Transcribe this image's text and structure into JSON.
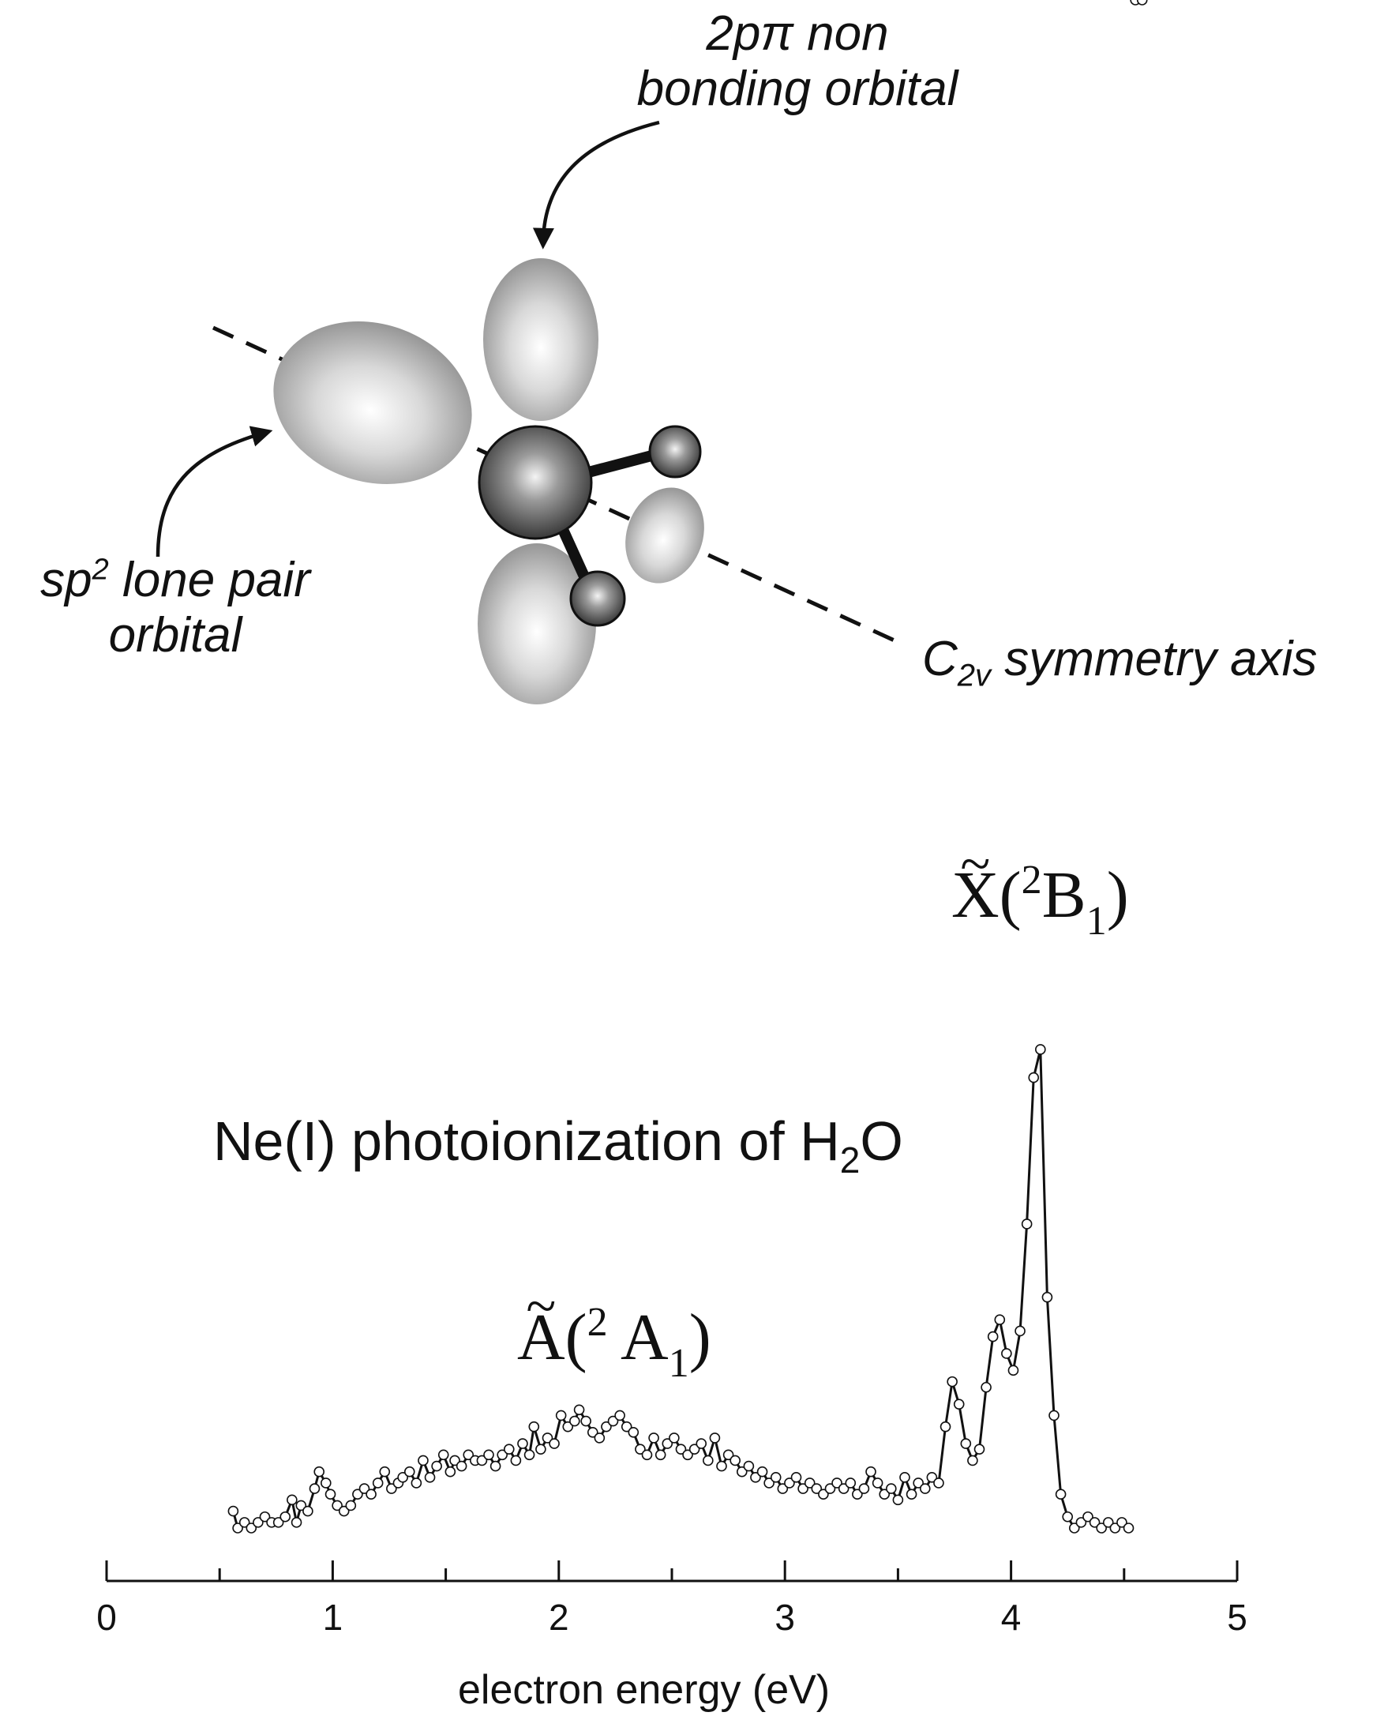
{
  "diagram": {
    "label_2ppi_line1": "2pπ non",
    "label_2ppi_line2": "bonding orbital",
    "label_sp2_prefix": "sp",
    "label_sp2_sup": "2",
    "label_sp2_rest": " lone pair",
    "label_sp2_line2": "orbital",
    "label_axis_C": "C",
    "label_axis_sub": "2v",
    "label_axis_rest": " symmetry axis"
  },
  "spectrum": {
    "title_prefix": "Ne(I) photoionization of H",
    "title_sub": "2",
    "title_suffix": "O",
    "peak_X": {
      "letter": "X",
      "tilde": "~",
      "open": "(",
      "sup": "2",
      "term": "B",
      "sub": "1",
      "close": ")"
    },
    "peak_A": {
      "letter": "A",
      "tilde": "~",
      "open": "(",
      "sup": "2",
      "term": " A",
      "sub": "1",
      "close": ")"
    },
    "xlabel": "electron energy (eV)"
  },
  "chart_data": {
    "type": "line",
    "xlabel": "electron energy (eV)",
    "xlim": [
      0,
      5
    ],
    "x_ticks": [
      "0",
      "1",
      "2",
      "3",
      "4",
      "5"
    ],
    "markers": "open-circle",
    "series": [
      {
        "values_x": [
          0.56,
          0.58,
          0.61,
          0.64,
          0.67,
          0.7,
          0.73,
          0.76,
          0.79,
          0.82,
          0.84,
          0.86,
          0.89,
          0.92,
          0.94,
          0.97,
          0.99,
          1.02,
          1.05,
          1.08,
          1.11,
          1.14,
          1.17,
          1.2,
          1.23,
          1.26,
          1.29,
          1.31,
          1.34,
          1.37,
          1.4,
          1.43,
          1.46,
          1.49,
          1.52,
          1.54,
          1.57,
          1.6,
          1.63,
          1.66,
          1.69,
          1.72,
          1.75,
          1.78,
          1.81,
          1.84,
          1.87,
          1.89,
          1.92,
          1.95,
          1.98,
          2.01,
          2.04,
          2.07,
          2.09,
          2.12,
          2.15,
          2.18,
          2.21,
          2.24,
          2.27,
          2.3,
          2.33,
          2.36,
          2.39,
          2.42,
          2.45,
          2.48,
          2.51,
          2.54,
          2.57,
          2.6,
          2.63,
          2.66,
          2.69,
          2.72,
          2.75,
          2.78,
          2.81,
          2.84,
          2.87,
          2.9,
          2.93,
          2.96,
          2.99,
          3.02,
          3.05,
          3.08,
          3.11,
          3.14,
          3.17,
          3.2,
          3.23,
          3.26,
          3.29,
          3.32,
          3.35,
          3.38,
          3.41,
          3.44,
          3.47,
          3.5,
          3.53,
          3.56,
          3.59,
          3.62,
          3.65,
          3.68,
          3.71,
          3.74,
          3.77,
          3.8,
          3.83,
          3.86,
          3.89,
          3.92,
          3.95,
          3.98,
          4.01,
          4.04,
          4.07,
          4.1,
          4.13,
          4.16,
          4.19,
          4.22,
          4.25,
          4.28,
          4.31,
          4.34,
          4.37,
          4.4,
          4.43,
          4.46,
          4.49,
          4.52,
          4.55,
          4.58
        ],
        "values_y": [
          0.03,
          0.0,
          0.01,
          0.0,
          0.01,
          0.02,
          0.01,
          0.01,
          0.02,
          0.05,
          0.01,
          0.04,
          0.03,
          0.07,
          0.1,
          0.08,
          0.06,
          0.04,
          0.03,
          0.04,
          0.06,
          0.07,
          0.06,
          0.08,
          0.1,
          0.07,
          0.08,
          0.09,
          0.1,
          0.08,
          0.12,
          0.09,
          0.11,
          0.13,
          0.1,
          0.12,
          0.11,
          0.13,
          0.12,
          0.12,
          0.13,
          0.11,
          0.13,
          0.14,
          0.12,
          0.15,
          0.13,
          0.18,
          0.14,
          0.16,
          0.15,
          0.2,
          0.18,
          0.19,
          0.21,
          0.19,
          0.17,
          0.16,
          0.18,
          0.19,
          0.2,
          0.18,
          0.17,
          0.14,
          0.13,
          0.16,
          0.13,
          0.15,
          0.16,
          0.14,
          0.13,
          0.14,
          0.15,
          0.12,
          0.16,
          0.11,
          0.13,
          0.12,
          0.1,
          0.11,
          0.09,
          0.1,
          0.08,
          0.09,
          0.07,
          0.08,
          0.09,
          0.07,
          0.08,
          0.07,
          0.06,
          0.07,
          0.08,
          0.07,
          0.08,
          0.06,
          0.07,
          0.1,
          0.08,
          0.06,
          0.07,
          0.05,
          0.09,
          0.06,
          0.08,
          0.07,
          0.09,
          0.08,
          0.18,
          0.26,
          0.22,
          0.15,
          0.12,
          0.14,
          0.25,
          0.34,
          0.37,
          0.31,
          0.28,
          0.35,
          0.54,
          0.8,
          0.85,
          0.41,
          0.2,
          0.06,
          0.02,
          0.0,
          0.01,
          0.02,
          0.01,
          0.0,
          0.01,
          0.0,
          0.01,
          0.0
        ],
        "style": "black line with open circle markers"
      }
    ]
  }
}
